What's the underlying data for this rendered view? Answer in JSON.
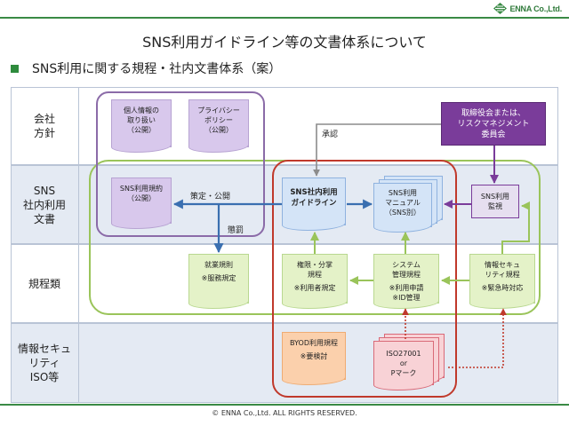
{
  "logo": {
    "text": "ENNA Co.,Ltd.",
    "icon": "enna-logo-mark"
  },
  "title": "SNS利用ガイドライン等の文書体系について",
  "section_title": "SNS利用に関する規程・社内文書体系（案）",
  "bands": [
    {
      "label": "会社\n方針"
    },
    {
      "label": "SNS\n社内利用\n文書"
    },
    {
      "label": "規程類"
    },
    {
      "label": "情報セキュ\nリティ\nISO等"
    }
  ],
  "docs": {
    "personal_info": {
      "title": "個人情報の\n取り扱い",
      "sub": "（公開）"
    },
    "privacy_policy": {
      "title": "プライバシー\nポリシー",
      "sub": "（公開）"
    },
    "sns_rules": {
      "title": "SNS利用規約",
      "sub": "（公開）"
    },
    "sns_guideline": {
      "title": "SNS社内利用\nガイドライン"
    },
    "sns_manual": {
      "title": "SNS利用\nマニュアル\n（SNS別）"
    },
    "work_rules": {
      "title": "就業規則",
      "sub": "※服務規定"
    },
    "authority_rules": {
      "title": "権限・分掌\n規程",
      "sub": "※利用者規定"
    },
    "system_rules": {
      "title": "システム\n管理規程",
      "sub": "※利用申請\n※ID管理"
    },
    "infosec_rules": {
      "title": "情報セキュ\nリティ規程",
      "sub": "※緊急時対応"
    },
    "byod_rules": {
      "title": "BYOD利用規程",
      "sub": "※要検討"
    },
    "iso": {
      "title": "ISO27001\nor\nPマーク"
    }
  },
  "board": "取締役会または、\nリスクマネジメント\n委員会",
  "monitor": "SNS利用\n監視",
  "labels": {
    "approval": "承認",
    "establish_publish": "策定・公開",
    "discipline": "懲罰"
  },
  "footer": "© ENNA Co.,Ltd. ALL RIGHTS RESERVED.",
  "colors": {
    "brand_green": "#3a8a45",
    "policy_purple": "#8b6ba8",
    "board_purple": "#7a3c9a",
    "sns_green": "#9ac45a",
    "core_red": "#c0392b",
    "arrow_blue": "#3a6fb0"
  }
}
